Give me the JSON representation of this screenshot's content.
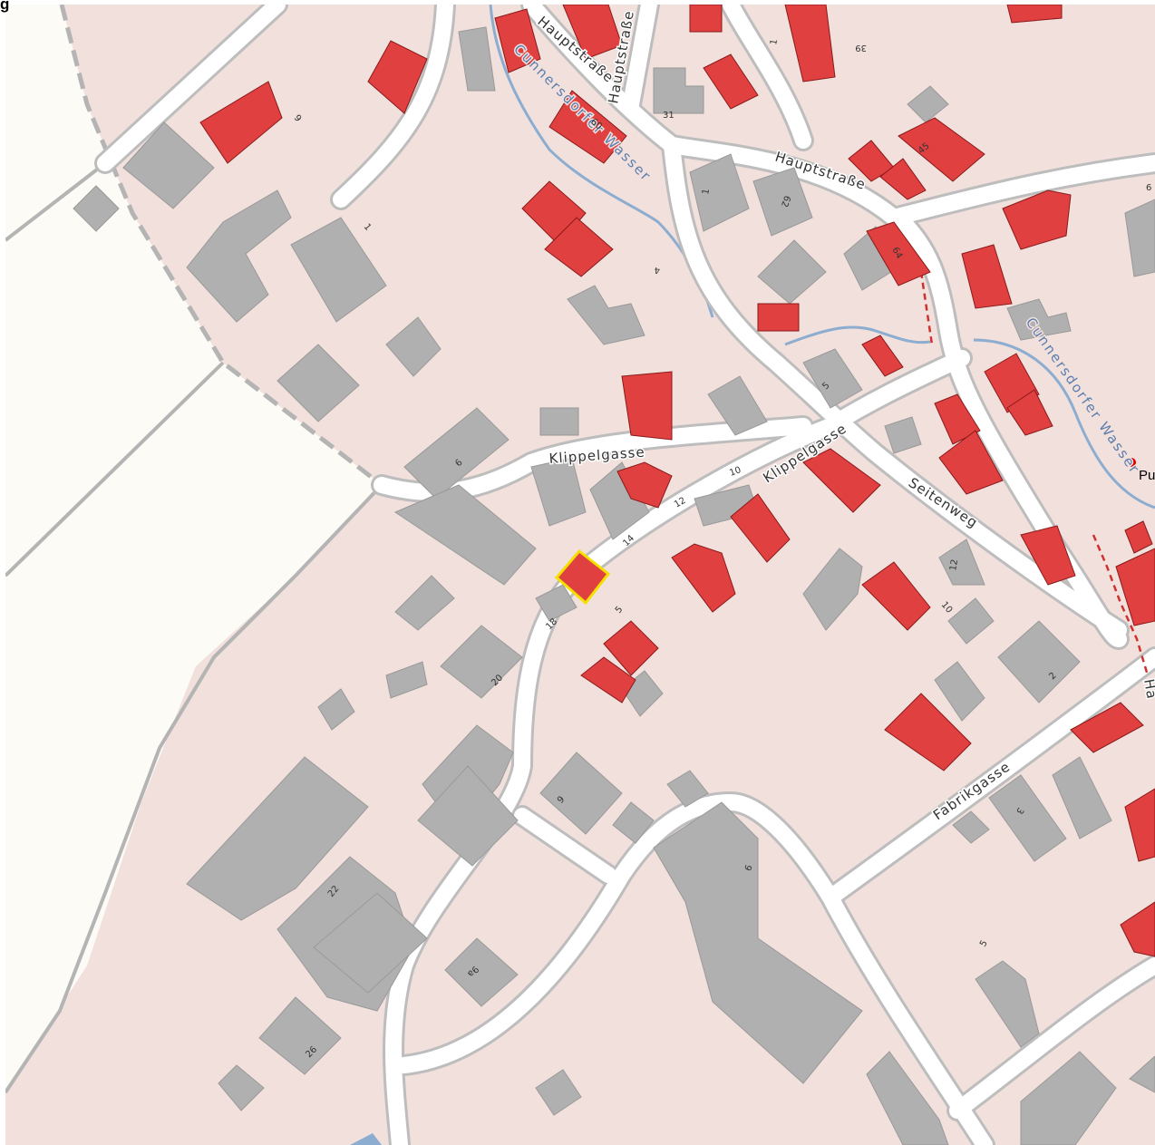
{
  "header": {
    "corner_label": "g"
  },
  "colors": {
    "residential": "#f1e0dc",
    "farmland": "#fcfbf5",
    "building": "#b0b0b0",
    "building_highlight": "#e04040",
    "selected_outline": "#f5e000",
    "road": "#ffffff",
    "road_casing": "#bdbdbd",
    "waterway": "#8cadd0",
    "boundary": "#b4b4b4"
  },
  "map": {
    "streets": {
      "hauptstrasse_1": "Hauptstraße",
      "hauptstrasse_2": "Hauptstraße",
      "hauptstrasse_3": "Hauptstraße",
      "klippelgasse_1": "Klippelgasse",
      "klippelgasse_2": "Klippelgasse",
      "seitenweg": "Seitenweg",
      "fabrikgasse": "Fabrikgasse",
      "hauptstrasse_partial_right": "Ha"
    },
    "waterways": {
      "stream_1": "Cunnersdorfer Wasser",
      "stream_2": "Cunnersdorfer Wasser"
    },
    "poi": {
      "label": "Pu"
    },
    "house_numbers": {
      "n1": "9",
      "n2": "1",
      "n3": "6",
      "n4": "10",
      "n5": "12",
      "n6": "14",
      "n7": "18",
      "n8": "20",
      "n9": "22",
      "n10": "26",
      "n11": "9a",
      "n12": "6",
      "n13": "9",
      "n14": "5",
      "n15": "10",
      "n16": "3",
      "n17": "2",
      "n18": "5",
      "n19": "62",
      "n20": "64",
      "n21": "31",
      "n22": "39",
      "n23": "60",
      "n24": "45",
      "n25": "4",
      "n26": "1",
      "n27": "5",
      "n28": "1",
      "n29": "12",
      "n30": "6"
    }
  }
}
